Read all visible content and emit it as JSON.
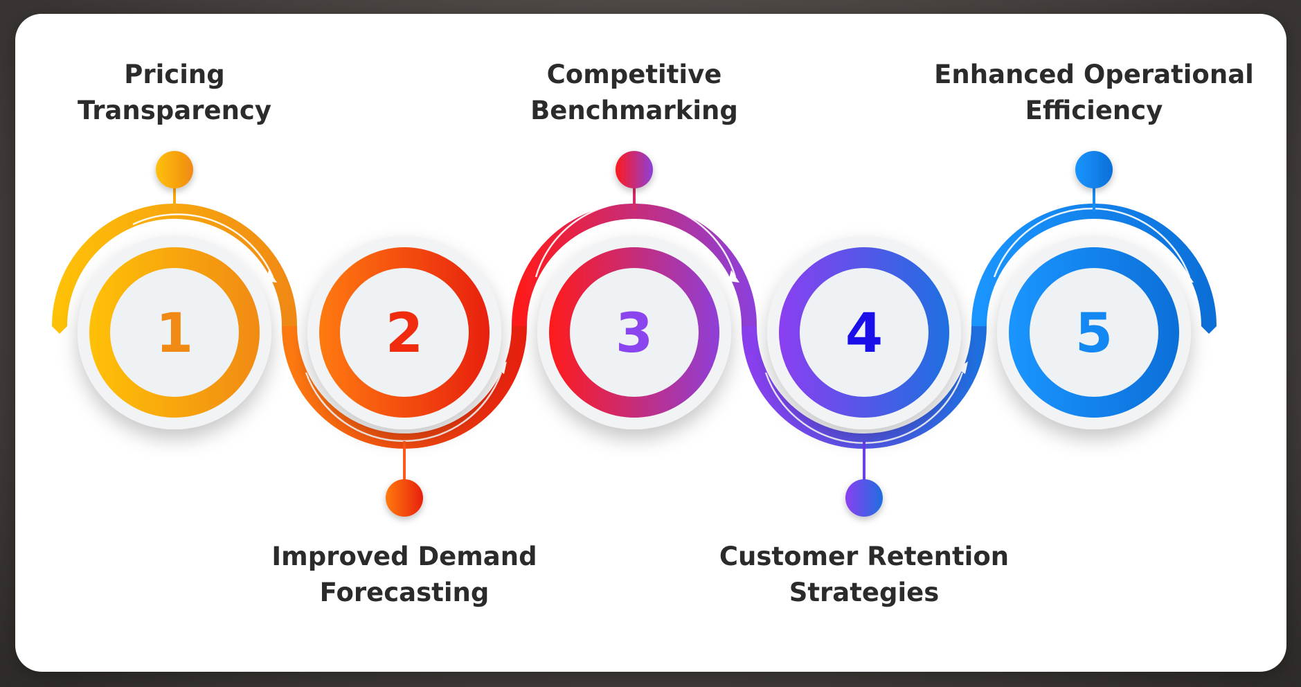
{
  "steps": [
    {
      "number": "1",
      "title_line1": "Pricing",
      "title_line2": "Transparency",
      "color": "#FFA500"
    },
    {
      "number": "2",
      "title_line1": "Improved Demand",
      "title_line2": "Forecasting",
      "color": "#F5340F"
    },
    {
      "number": "3",
      "title_line1": "Competitive",
      "title_line2": "Benchmarking",
      "color": "#C02A8C"
    },
    {
      "number": "4",
      "title_line1": "Customer Retention",
      "title_line2": "Strategies",
      "color": "#6A3FF0"
    },
    {
      "number": "5",
      "title_line1": "Enhanced Operational",
      "title_line2": "Efficiency",
      "color": "#1A8CF5"
    }
  ],
  "number_colors": [
    "#F08A14",
    "#F02B0E",
    "#8A45EE",
    "#1A0FE8",
    "#1488F2"
  ]
}
